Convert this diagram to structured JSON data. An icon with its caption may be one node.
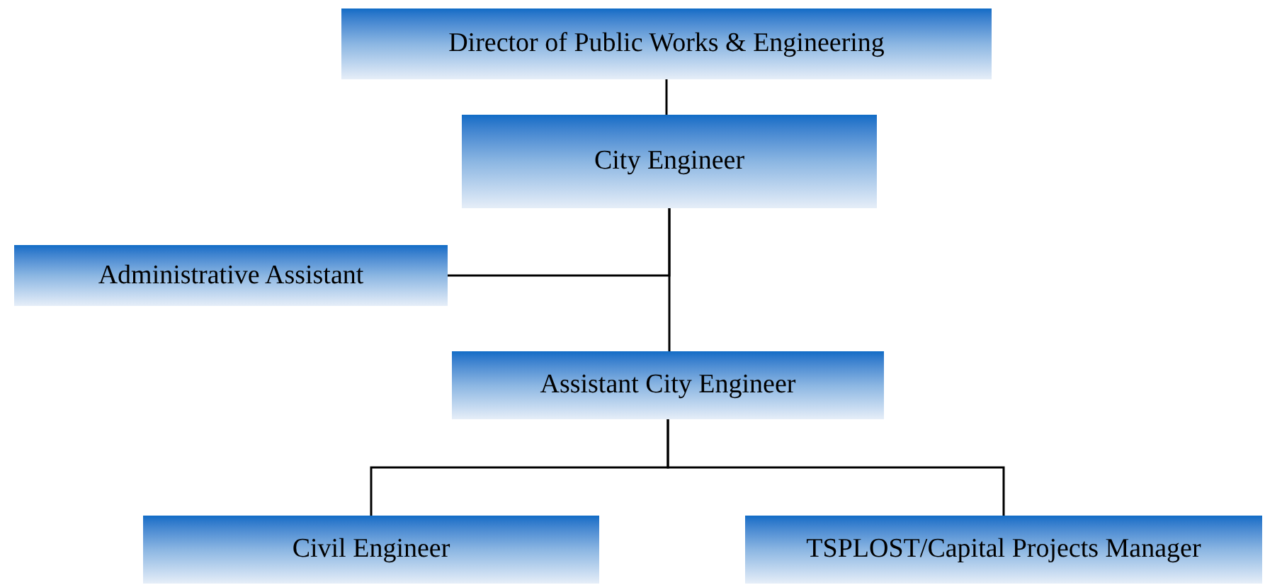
{
  "diagram": {
    "nodes": [
      {
        "text": [
          "Director of Public Works & Engineering"
        ]
      },
      {
        "text": [
          "City Engineer"
        ]
      },
      {
        "text": [
          "Administrative Assistant"
        ]
      },
      {
        "text": [
          "Assistant City Engineer"
        ]
      },
      {
        "text": [
          "Civil Engineer"
        ]
      },
      {
        "text": [
          "TSPLOST/Capital Projects Manager"
        ]
      }
    ],
    "edges": [
      {
        "from": 0,
        "to": 1,
        "arrow": "none"
      },
      {
        "from": 1,
        "to": 3,
        "arrow": "none"
      },
      {
        "from": 1,
        "to": 2,
        "arrow": "none"
      },
      {
        "from": 3,
        "to": 4,
        "arrow": "none"
      },
      {
        "from": 3,
        "to": 5,
        "arrow": "none"
      }
    ]
  }
}
